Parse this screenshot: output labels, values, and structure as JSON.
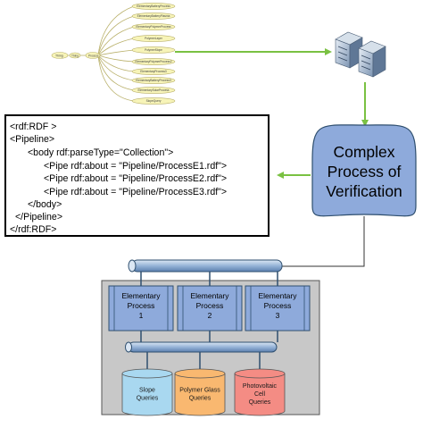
{
  "ontology": {
    "root_label": "Thing",
    "hub_label": "Thing",
    "center_label": "Process",
    "leaves": [
      "ElementaryBatteryProcess",
      "ElementaryBatteryPlasma",
      "ElementaryPolymerProcess",
      "PolymerLayer",
      "PolymerSlope",
      "ElementaryPolymerProcess2",
      "ElementaryProcess3",
      "ElementaryBatteryProcess3",
      "ElementarySolarProcess",
      "SlopeQuery"
    ]
  },
  "code": {
    "lines": [
      "<rdf:RDF >",
      "<Pipeline>",
      "<body rdf:parseType=\"Collection\">",
      "<Pipe rdf:about = \"Pipeline/ProcessE1.rdf\">",
      "<Pipe rdf:about = \"Pipeline/ProcessE2.rdf\">",
      "<Pipe rdf:about = \"Pipeline/ProcessE3.rdf\">",
      "</body>",
      "</Pipeline>",
      "</rdf:RDF>"
    ]
  },
  "verification": {
    "line1": "Complex",
    "line2": "Process of",
    "line3": "Verification"
  },
  "elementary": [
    {
      "line1": "Elementary",
      "line2": "Process",
      "num": "1"
    },
    {
      "line1": "Elementary",
      "line2": "Process",
      "num": "2"
    },
    {
      "line1": "Elementary",
      "line2": "Process",
      "num": "3"
    }
  ],
  "databases": [
    {
      "line1": "Slope",
      "line2": "Queries",
      "line3": "",
      "color": "#a9d8f0"
    },
    {
      "line1": "Polymer Glass",
      "line2": "Queries",
      "line3": "",
      "color": "#f9b870"
    },
    {
      "line1": "Photovoltaic",
      "line2": "Cell",
      "line3": "Queries",
      "color": "#f48c84"
    }
  ],
  "colors": {
    "arrow": "#7ac142",
    "bus": "#95b3d7",
    "bus_stroke": "#2f4f6f",
    "panel": "#c8c8c8",
    "verification_fill": "#8eaadb",
    "elementary_fill": "#8eaadb"
  }
}
